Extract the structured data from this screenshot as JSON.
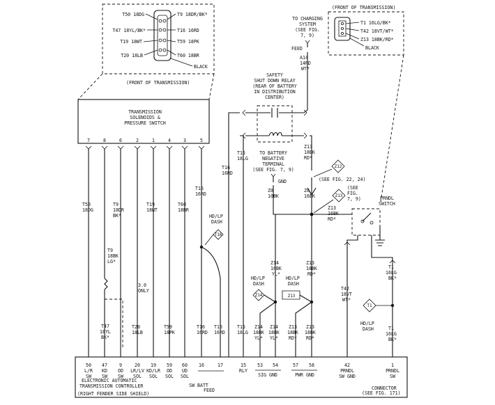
{
  "top_connector": {
    "pins": [
      {
        "circuit": "T50 18DG"
      },
      {
        "circuit": "T47 18YL/BK*"
      },
      {
        "circuit": "T19 18WT"
      },
      {
        "circuit": "T20 18LB"
      },
      {
        "circuit": "T9 18DR/BK*"
      },
      {
        "circuit": "T16 16RD"
      },
      {
        "circuit": "T59 18PK"
      },
      {
        "circuit": "T60 18BR"
      }
    ],
    "color": "BLACK",
    "caption": "(FRONT OF TRANSMISSION)"
  },
  "right_connector": {
    "title": "(FRONT OF TRANSMISSION)",
    "pins": [
      "T1 16LG/BK*",
      "T42 18VT/WT*",
      "Z13 18BK/RD*"
    ],
    "color": "BLACK"
  },
  "solenoid_box": {
    "lines": [
      "TRANSMISSION",
      "SOLENOIDS &",
      "PRESSURE SWITCH"
    ],
    "pins": [
      "7",
      "8",
      "6",
      "2",
      "1",
      "4",
      "3",
      "5"
    ]
  },
  "charging": {
    "lines": [
      "TO CHARGING",
      "SYSTEM",
      "(SEE FIG.",
      "7, 9)"
    ],
    "feed": "FEED",
    "wire": [
      "A14",
      "14RD",
      "WT*"
    ]
  },
  "relay": {
    "lines": [
      "SAFETY",
      "SHUT DOWN RELAY",
      "(REAR OF BATTERY",
      "IN DISTRIBUTION",
      "CENTER)"
    ]
  },
  "battery_neg": {
    "lines": [
      "TO BATTERY",
      "NEGATIVE",
      "TERMINAL",
      "(SEE FIG. 7, 9)"
    ],
    "gnd": "GND"
  },
  "splices": {
    "z12": "Z12",
    "z12_ref": "(SEE FIG. 22, 24)",
    "z13": "Z13",
    "z13_ref": [
      "(SEE",
      "FIG.",
      "7, 9)"
    ],
    "t16": "T16",
    "z14": "Z14",
    "z13b": "Z13",
    "t1": "T1"
  },
  "prndl": {
    "lines": [
      "PRNDL",
      "SWITCH"
    ]
  },
  "wires": {
    "t50": [
      "T50",
      "18DG"
    ],
    "t9": [
      "T9",
      "18DR",
      "BK*"
    ],
    "t9b": [
      "T9",
      "18BK",
      "LG*"
    ],
    "t19": [
      "T19",
      "18WT"
    ],
    "t60": [
      "T60",
      "18BR"
    ],
    "t16_top": [
      "T16",
      "16RD"
    ],
    "t16_mid": [
      "T16",
      "16RD"
    ],
    "t15_top": [
      "T15",
      "18LG"
    ],
    "z13_top": [
      "Z13",
      "18BK",
      "RD*"
    ],
    "z0": [
      "Z0",
      "10BK"
    ],
    "z0b": [
      "Z0",
      "16BK"
    ],
    "z13_mid": [
      "Z13",
      "16BK",
      "RD*"
    ],
    "z14_mid": [
      "Z14",
      "16BK",
      "YL*"
    ],
    "z13_low": [
      "Z13",
      "18BK",
      "RD*"
    ],
    "t42": [
      "T42",
      "18VT",
      "WT*"
    ],
    "t1_mid": [
      "T1",
      "16LG",
      "BK*"
    ],
    "t47": [
      "T47",
      "18YL",
      "BK*"
    ],
    "t20": [
      "T20",
      "18LB"
    ],
    "t59": [
      "T59",
      "18PK"
    ],
    "t16a": [
      "T16",
      "16RD"
    ],
    "t16b": [
      "T16",
      "16RD"
    ],
    "t15": [
      "T15",
      "18LG"
    ],
    "z14a": [
      "Z14",
      "18BK",
      "YL*"
    ],
    "z14b": [
      "Z14",
      "18BK",
      "YL*"
    ],
    "z13a": [
      "Z13",
      "18BK",
      "RD*"
    ],
    "z13b": [
      "Z13",
      "18BK",
      "RD*"
    ],
    "t1_low": [
      "T1",
      "16LG",
      "BK*"
    ]
  },
  "dash_labels": {
    "hdlp1": [
      "HD/LP",
      "DASH"
    ],
    "hdlp2": [
      "HD/LP",
      "DASH"
    ],
    "hdlp3": [
      "HD/LP",
      "DASH"
    ],
    "hdlp4": [
      "HD/LP",
      "DASH"
    ]
  },
  "only_note": [
    "3.0",
    "ONLY"
  ],
  "controller": {
    "pins": [
      {
        "num": "50",
        "label": [
          "L/R",
          "SW"
        ]
      },
      {
        "num": "47",
        "label": [
          "KD",
          "SW"
        ]
      },
      {
        "num": "9",
        "label": [
          "OD",
          "SW"
        ]
      },
      {
        "num": "20",
        "label": [
          "LR/LV",
          "SOL"
        ]
      },
      {
        "num": "19",
        "label": [
          "KD/LR",
          "SOL"
        ]
      },
      {
        "num": "59",
        "label": [
          "OD",
          "SOL"
        ]
      },
      {
        "num": "60",
        "label": [
          "UD",
          "SOL"
        ]
      },
      {
        "num": "16",
        "label": []
      },
      {
        "num": "17",
        "label": []
      },
      {
        "num": "15",
        "label": [
          "RLY"
        ]
      },
      {
        "num": "53",
        "label": []
      },
      {
        "num": "54",
        "label": []
      },
      {
        "num": "57",
        "label": []
      },
      {
        "num": "58",
        "label": []
      },
      {
        "num": "42",
        "label": [
          "PRNDL",
          "SW GND"
        ]
      },
      {
        "num": "1",
        "label": [
          "PRNDL",
          "SW"
        ]
      }
    ],
    "group_labels": {
      "batt": [
        "SW BATT",
        "FEED"
      ],
      "sig": "SIG GND",
      "pwr": "PWR GND"
    },
    "title": [
      "ELECTRONIC AUTOMATIC",
      "TRANSMISSION CONTROLLER",
      "(RIGHT FENDER SIDE SHIELD)"
    ]
  },
  "connector_note": [
    "CONNECTOR",
    "(SEE FIG. 171)"
  ]
}
